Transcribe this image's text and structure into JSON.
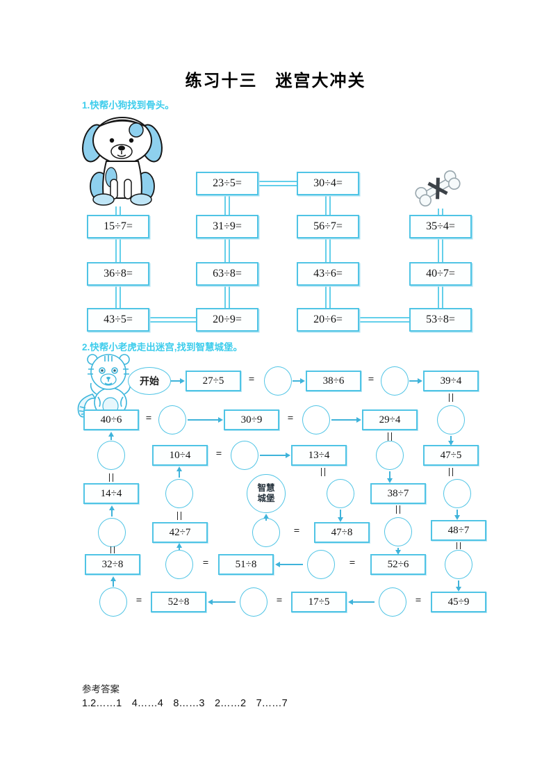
{
  "page": {
    "title": "练习十三　迷宫大冲关"
  },
  "sections": [
    {
      "label": "1.快帮小狗找到骨头。"
    },
    {
      "label": "2.快帮小老虎走出迷宫,找到智慧城堡。"
    }
  ],
  "symbols": {
    "equals": "="
  },
  "maze1": {
    "boxes": [
      "23÷5=",
      "30÷4=",
      "15÷7=",
      "31÷9=",
      "56÷7=",
      "35÷4=",
      "36÷8=",
      "63÷8=",
      "43÷6=",
      "40÷7=",
      "43÷5=",
      "20÷9=",
      "20÷6=",
      "53÷8="
    ]
  },
  "maze2": {
    "start": "开始",
    "castle": {
      "line1": "智慧",
      "line2": "城堡"
    },
    "boxes": [
      "27÷5",
      "38÷6",
      "39÷4",
      "40÷6",
      "30÷9",
      "29÷4",
      "47÷5",
      "10÷4",
      "13÷4",
      "14÷4",
      "38÷7",
      "42÷7",
      "47÷8",
      "48÷7",
      "32÷8",
      "51÷8",
      "52÷6",
      "52÷8",
      "17÷5",
      "45÷9"
    ]
  },
  "answers": {
    "heading": "参考答案",
    "line": "1.2……1　4……4　8……3　2……2　7……7"
  },
  "colors": {
    "accent": "#4fc4e5",
    "label": "#3ecdec",
    "arrow": "#3fb3da",
    "text": "#000000"
  },
  "icons": {
    "dog": "puppy-illustration",
    "bone": "bone-illustration",
    "tiger": "tiger-illustration"
  }
}
